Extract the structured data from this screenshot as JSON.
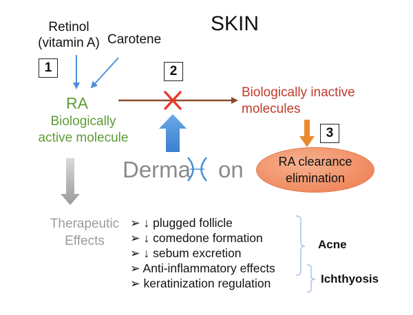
{
  "title": "SKIN",
  "sources": {
    "retinol": "Retinol\n(vitamin A)",
    "carotene": "Carotene"
  },
  "steps": [
    "1",
    "2",
    "3"
  ],
  "ra": {
    "label": "RA",
    "description": "Biologically\nactive molecule"
  },
  "inactive_label": "Biologically inactive\nmolecules",
  "clearance_label": "RA clearance\nelimination",
  "drug": {
    "left": "Derma",
    "right": "on"
  },
  "therapeutic_label": "Therapeutic\nEffects",
  "effects": [
    "➢ ↓ plugged follicle",
    "➢ ↓ comedone formation",
    "➢ ↓ sebum excretion",
    "➢ Anti-inflammatory effects",
    "➢ keratinization regulation"
  ],
  "conditions": {
    "acne": "Acne",
    "ichthyosis": "Ichthyosis"
  },
  "colors": {
    "ra_green": "#5e9b35",
    "inactive_red": "#c0392b",
    "blue_arrow": "#4a8fd6",
    "orange_arrow": "#e98a2f",
    "brown_arrow": "#8b4a2b",
    "gray": "#9b9b9b",
    "bracket_blue": "#a9c4e6"
  }
}
